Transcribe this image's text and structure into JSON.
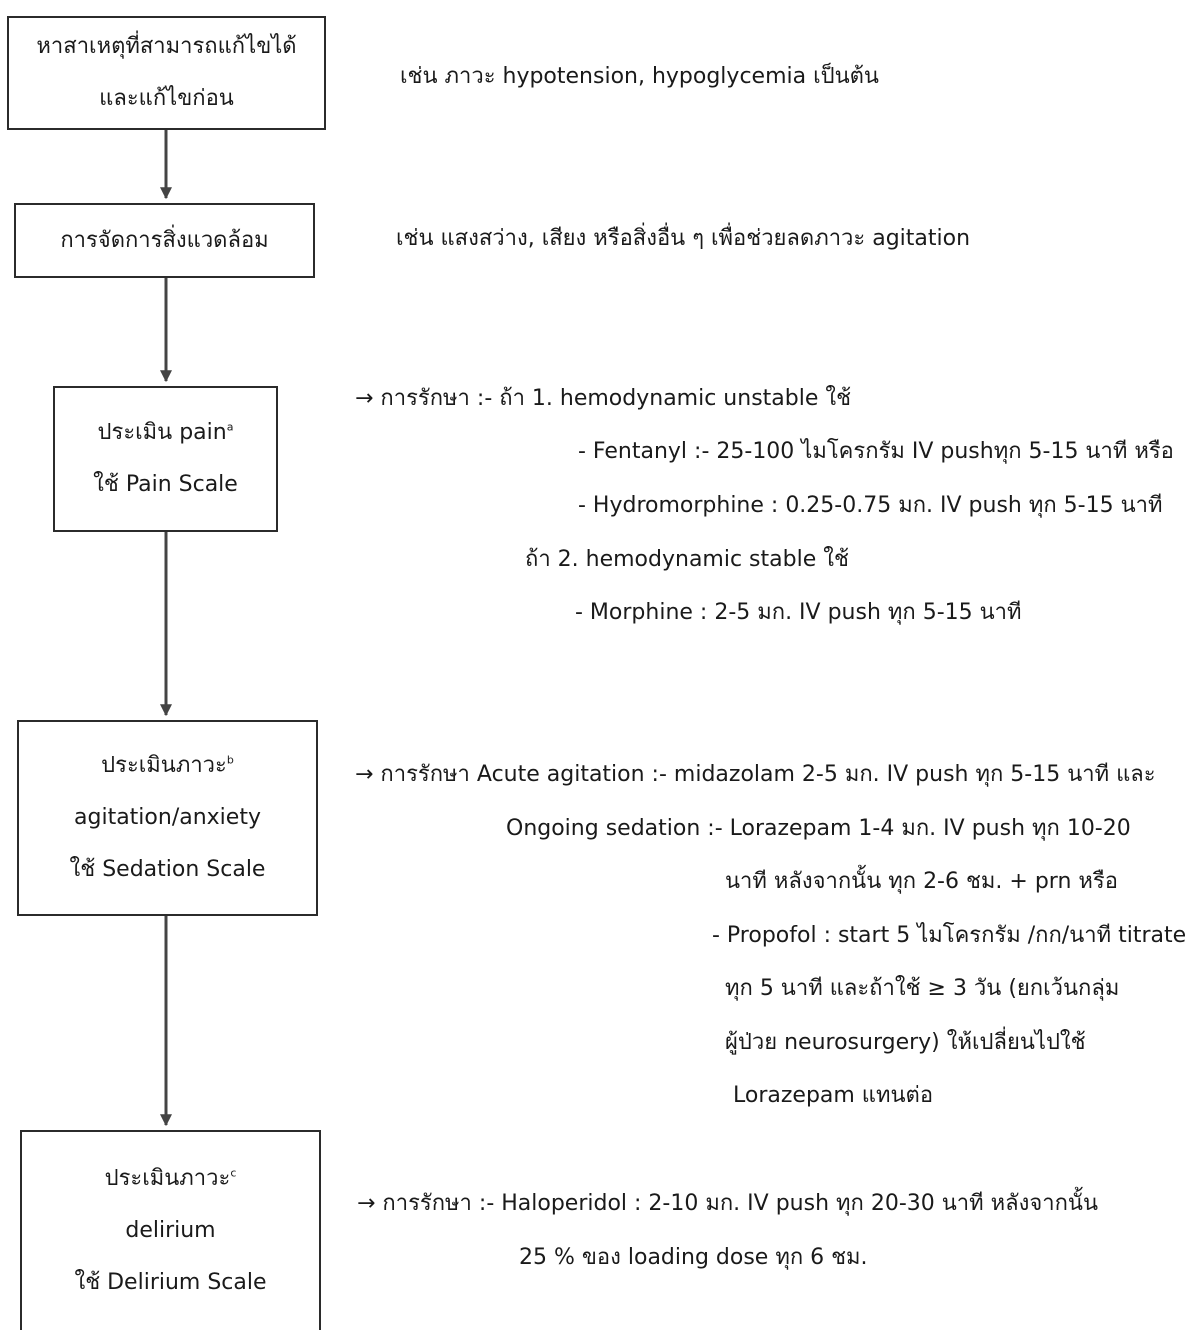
{
  "steps": [
    {
      "lines": [
        "หาสาเหตุที่สามารถแก้ไขได้",
        "และแก้ไขก่อน"
      ],
      "note": "เช่น ภาวะ hypotension, hypoglycemia เป็นต้น"
    },
    {
      "lines": [
        "การจัดการสิ่งแวดล้อม"
      ],
      "note": "เช่น แสงสว่าง, เสียง หรือสิ่งอื่น ๆ เพื่อช่วยลดภาวะ agitation"
    },
    {
      "line1": "ประเมิน pain",
      "sup": "a",
      "line2": "ใช้ Pain Scale",
      "treatment": [
        "→ การรักษา :- ถ้า 1. hemodynamic unstable ใช้",
        "- Fentanyl :- 25-100 ไมโครกรัม IV pushทุก 5-15 นาที หรือ",
        "- Hydromorphine : 0.25-0.75 มก. IV push ทุก 5-15 นาที",
        "ถ้า 2. hemodynamic stable ใช้",
        "- Morphine : 2-5 มก. IV push ทุก 5-15 นาที"
      ]
    },
    {
      "line1": "ประเมินภาวะ",
      "sup": "b",
      "line2": "agitation/anxiety",
      "line3": "ใช้ Sedation Scale",
      "treatment": [
        "→ การรักษา Acute agitation :- midazolam 2-5 มก. IV push ทุก 5-15 นาที และ",
        "Ongoing sedation :- Lorazepam 1-4 มก. IV push ทุก 10-20",
        "นาที หลังจากนั้น ทุก 2-6 ชม. + prn หรือ",
        "- Propofol : start 5 ไมโครกรัม /กก/นาที titrate",
        "ทุก 5 นาที และถ้าใช้ ≥ 3 วัน (ยกเว้นกลุ่ม",
        "ผู้ป่วย neurosurgery) ให้เปลี่ยนไปใช้",
        "Lorazepam แทนต่อ"
      ]
    },
    {
      "line1": "ประเมินภาวะ",
      "sup": "c",
      "line2": "delirium",
      "line3": "ใช้ Delirium Scale",
      "treatment": [
        "→ การรักษา :- Haloperidol : 2-10 มก. IV push ทุก 20-30 นาที   หลังจากนั้น",
        "25 % ของ loading dose ทุก 6 ชม."
      ]
    }
  ]
}
